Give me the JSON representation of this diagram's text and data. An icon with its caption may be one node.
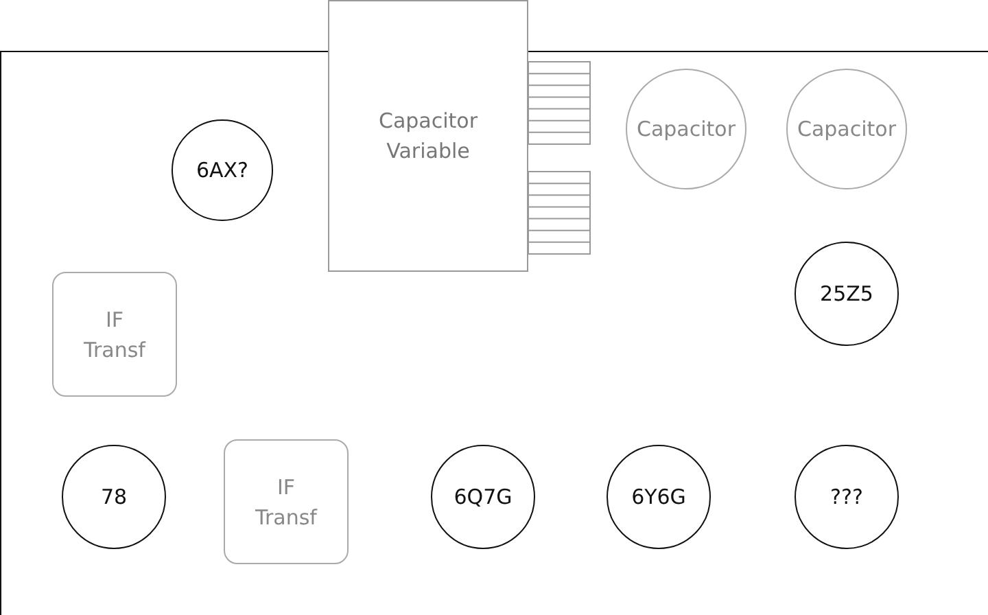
{
  "diagram": {
    "nodes": [
      {
        "text": [],
        "shape": "box"
      },
      {
        "text": [
          "Capacitor Variable"
        ]
      },
      {
        "text": [
          "Capacitor"
        ],
        "in": 0
      },
      {
        "text": [
          "Capacitor"
        ],
        "in": 0
      },
      {
        "text": [
          "6AX?"
        ],
        "in": 0
      },
      {
        "text": [
          "25Z5"
        ],
        "in": 0
      },
      {
        "text": [
          "IF Transf"
        ],
        "in": 0
      },
      {
        "text": [
          "78"
        ],
        "in": 0
      },
      {
        "text": [
          "IF Transf"
        ],
        "in": 0
      },
      {
        "text": [
          "6Q7G"
        ],
        "in": 0
      },
      {
        "text": [
          "6Y6G"
        ],
        "in": 0
      },
      {
        "text": [
          "???"
        ],
        "in": 0
      }
    ]
  }
}
